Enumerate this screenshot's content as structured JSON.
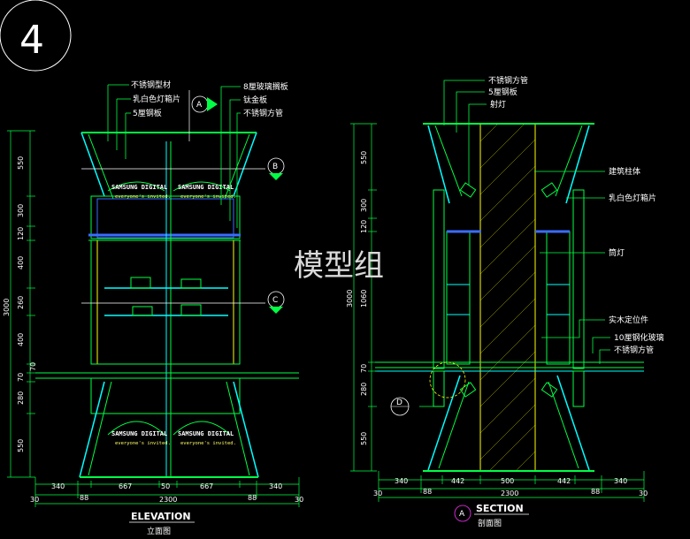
{
  "sheet_number": "4",
  "watermark": "模型组",
  "elevation": {
    "title": "ELEVATION",
    "subtitle": "立面图",
    "labels_left": [
      "不锈钢型材",
      "乳白色灯箱片",
      "5厘钢板"
    ],
    "labels_right": [
      "8厘玻璃搁板",
      "钛金板",
      "不锈钢方管"
    ],
    "section_markers": [
      "A",
      "B",
      "C"
    ],
    "brand_text": "SAMSUNG DIGITAL",
    "brand_subtext": "everyone's invited.",
    "vertical_dims": [
      "550",
      "300",
      "120",
      "400",
      "260",
      "400",
      "70",
      "70",
      "280",
      "550"
    ],
    "total_height": "3000",
    "horizontal_dims_top": [
      "340",
      "667",
      "50",
      "667",
      "340"
    ],
    "horizontal_dims_mid": [
      "30",
      "88",
      "88",
      "30"
    ],
    "total_width": "2300"
  },
  "section": {
    "title": "SECTION",
    "subtitle": "剖面图",
    "marker": "A",
    "detail_marker": "D",
    "labels_top": [
      "不锈钢方管",
      "5厘钢板",
      "射灯"
    ],
    "labels_right": [
      "建筑柱体",
      "乳白色灯箱片",
      "筒灯",
      "实木定位件",
      "10厘钢化玻璃",
      "不锈钢方管"
    ],
    "vertical_dims": [
      "550",
      "300",
      "120",
      "1060",
      "70",
      "280",
      "550"
    ],
    "total_height": "3000",
    "horizontal_dims_top": [
      "340",
      "442",
      "500",
      "442",
      "340"
    ],
    "horizontal_dims_mid": [
      "30",
      "88",
      "88",
      "30"
    ],
    "total_width": "2300"
  },
  "colors": {
    "background": "#000000",
    "lines_green": "#00ff44",
    "lines_cyan": "#00ffff",
    "lines_blue": "#3b6cff",
    "lines_yellow": "#ffff00",
    "marker_magenta": "#ff33ff"
  }
}
